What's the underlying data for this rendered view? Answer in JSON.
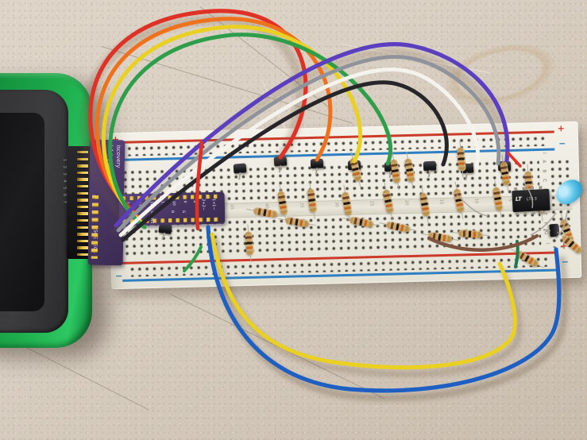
{
  "scene": {
    "description": "Photograph of a solderless breadboard logic circuit on a speckled beige countertop, wired with a rainbow ribbon cable to a green handheld device through a purple pin adaptor board",
    "countertop_color": "#d8cec1"
  },
  "device": {
    "name": "green handheld device",
    "body_color": "#17a24b",
    "face_color": "#3a3a3c",
    "screen_color": "#151517",
    "pin_numbers": "1 2 3 4 5 6 7"
  },
  "adapter": {
    "title_line1": "iscovery",
    "title_line2": "d Adaptor",
    "maker": "MSOE EECS",
    "pcb_color": "#4e3b6e"
  },
  "breakout": {
    "pcb_color": "#4e3b6e",
    "pin_labels": [
      "14",
      "13",
      "12",
      "11",
      "10",
      "0",
      "8"
    ],
    "signal_labels": [
      "T1T2",
      "W1 W2",
      "B",
      "G"
    ],
    "right_labels": [
      "2+2−",
      "1+1−"
    ]
  },
  "breadboard": {
    "body_color": "#efece2",
    "plus": "+",
    "minus": "−",
    "rail_red": "#cc3b2a",
    "rail_blue": "#2f7fc1",
    "row_letters": [
      "A",
      "B",
      "C",
      "D",
      "E",
      "F",
      "G"
    ],
    "column_numbers": [
      "55",
      "50",
      "45",
      "40",
      "35",
      "30",
      "25",
      "20",
      "15",
      "10",
      "5"
    ],
    "corner_number": "1"
  },
  "ic": {
    "logo": "LT",
    "marking": "LT13",
    "body_color": "#171717"
  },
  "led": {
    "name": "blue LED",
    "color": "#45b7e0"
  },
  "wires": {
    "red": "#e03127",
    "orange": "#f0711c",
    "yellow": "#e9d021",
    "green": "#2d9e49",
    "dark_green": "#1d7a52",
    "purple": "#5b3fc0",
    "gray": "#8f939b",
    "white": "#f5f3ee",
    "black": "#26262a",
    "blue": "#1d5fc2",
    "brown": "#7d5440",
    "lead_gray": "#aba69b"
  },
  "components": {
    "transistor_color": "#1d1d1f",
    "resistor_body": "#caa56c",
    "transistor_count": 10,
    "resistor_count": 24
  }
}
